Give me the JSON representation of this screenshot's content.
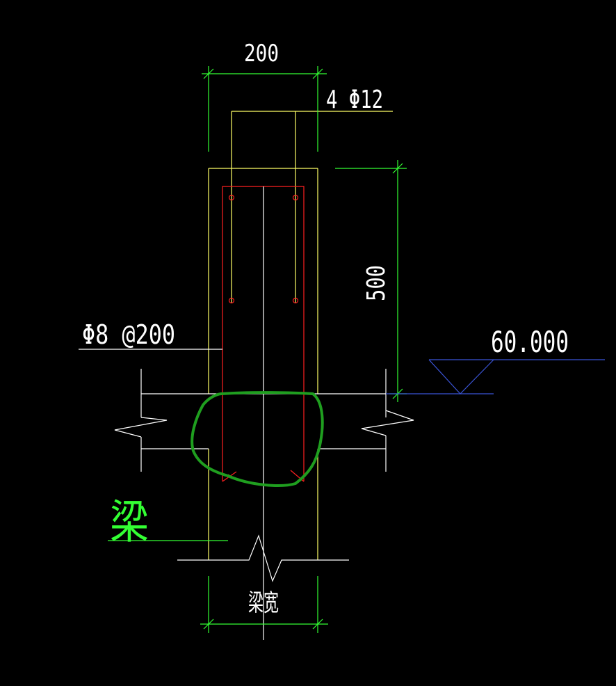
{
  "drawing": {
    "dims": {
      "top_width": "200",
      "height": "500",
      "bottom_width": "梁宽"
    },
    "labels": {
      "rebar_main": "4 Φ12",
      "stirrup": "Φ8 @200",
      "elevation": "60.000",
      "beam": "梁"
    },
    "colors": {
      "background": "#000000",
      "outline": "#ffff66",
      "rebar": "#ff2020",
      "dimension": "#33ff33",
      "white": "#ffffff",
      "elevation_line": "#3a54d6",
      "highlight": "#1f9e1f"
    }
  }
}
